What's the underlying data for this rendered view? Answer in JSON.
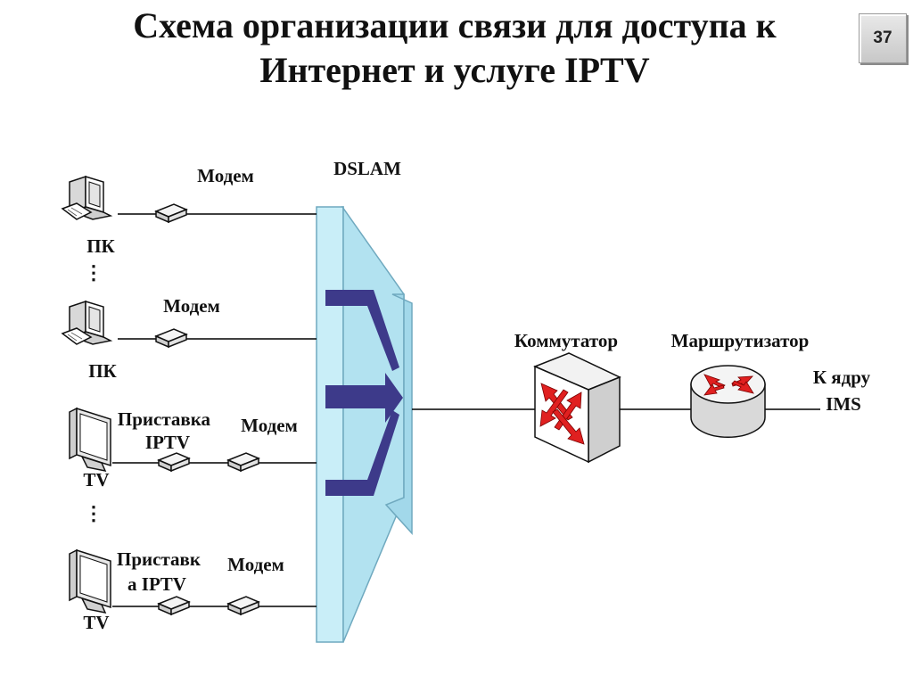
{
  "title": {
    "line1": "Схема организации связи для доступа к",
    "line2": "Интернет и услуге IPTV"
  },
  "slide_number": "37",
  "diagram": {
    "dslam_label": "DSLAM",
    "switch_label": "Коммутатор",
    "router_label": "Маршрутизатор",
    "core_label_line1": "К ядру",
    "core_label_line2": "IMS",
    "ellipsis": "⋮",
    "branches": [
      {
        "device_label": "ПК",
        "modem_label": "Модем"
      },
      {
        "device_label": "ПК",
        "modem_label": "Модем"
      },
      {
        "device_label": "TV",
        "settop_label_line1": "Приставка",
        "settop_label_line2": "IPTV",
        "modem_label": "Модем"
      },
      {
        "device_label": "TV",
        "settop_label_line1": "Приставк",
        "settop_label_line2": "а IPTV",
        "modem_label": "Модем"
      }
    ]
  },
  "colors": {
    "dslam_fill": "#c9eef8",
    "arrow_fill": "#3d3a8a",
    "router_arrows": "#e02020",
    "line": "#000000"
  }
}
